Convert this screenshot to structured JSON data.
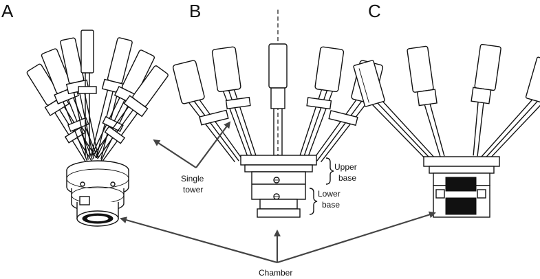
{
  "panels": {
    "a": "A",
    "b": "B",
    "c": "C"
  },
  "labels": {
    "single_tower": [
      "Single",
      "tower"
    ],
    "upper_base": [
      "Upper",
      "base"
    ],
    "lower_base": [
      "Lower",
      "base"
    ],
    "chamber": "Chamber"
  },
  "colors": {
    "line": "#111111",
    "arrow": "#444444",
    "background": "#ffffff"
  }
}
